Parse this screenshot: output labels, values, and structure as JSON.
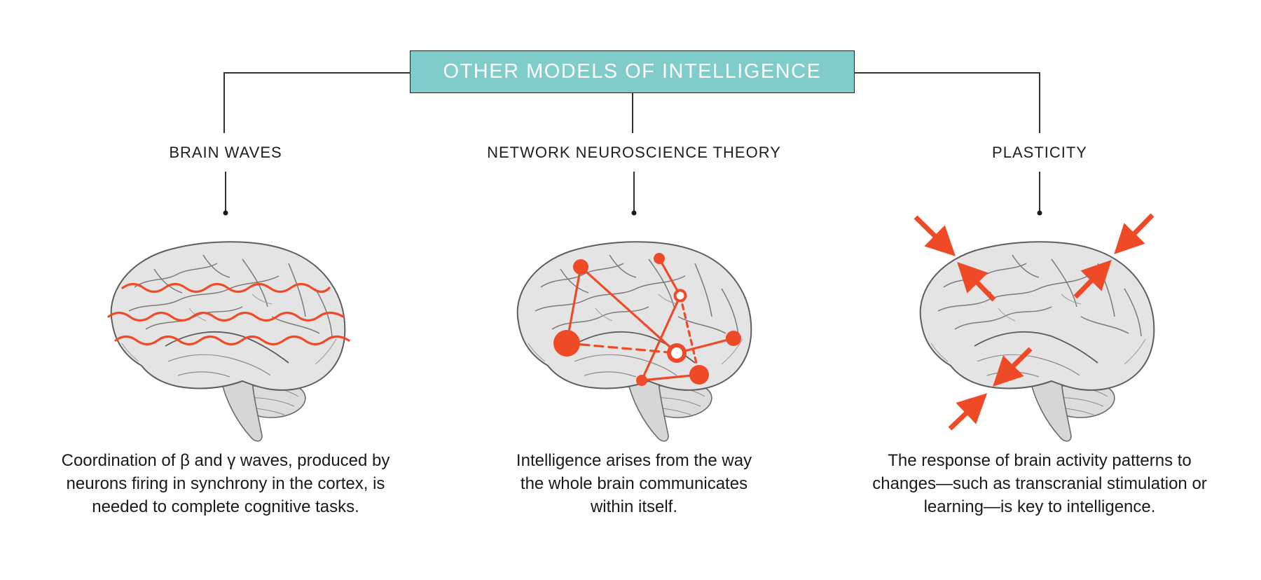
{
  "title": "OTHER MODELS OF INTELLIGENCE",
  "accent_color": "#80cccb",
  "highlight_color": "#ef4a28",
  "columns": [
    {
      "heading": "BRAIN WAVES",
      "description_lines": [
        "Coordination of β and γ waves, produced by",
        "neurons firing in synchrony in the cortex, is",
        "needed to complete cognitive tasks."
      ]
    },
    {
      "heading": "NETWORK NEUROSCIENCE THEORY",
      "description_lines": [
        "Intelligence arises from the way",
        "the whole brain communicates",
        "within itself."
      ]
    },
    {
      "heading": "PLASTICITY",
      "description_lines": [
        "The response of brain activity patterns to",
        "changes—such as transcranial stimulation or",
        "learning—is key to intelligence."
      ]
    }
  ]
}
